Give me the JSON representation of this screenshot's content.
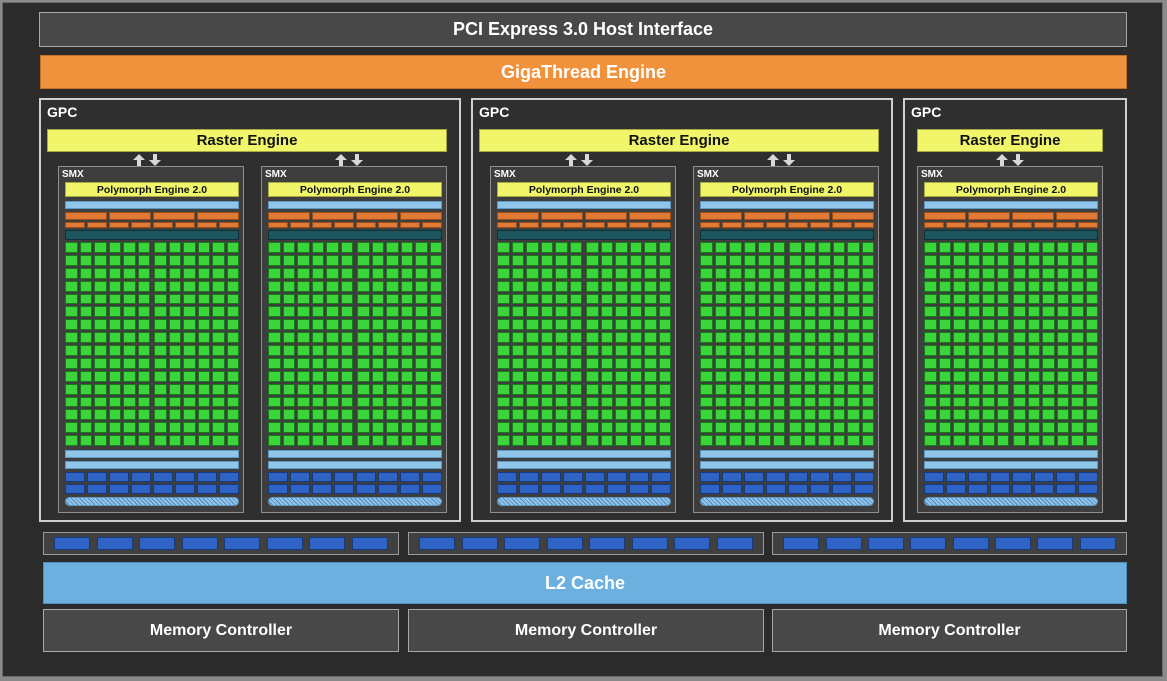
{
  "pcie": "PCI Express 3.0 Host Interface",
  "gigathread": "GigaThread Engine",
  "gpc_label": "GPC",
  "raster_label": "Raster Engine",
  "smx_label": "SMX",
  "polymorph_label": "Polymorph Engine 2.0",
  "l2_label": "L2 Cache",
  "memory_controller_label": "Memory Controller",
  "gpc_count": 3,
  "smx_per_gpc": [
    2,
    2,
    1
  ],
  "colors": {
    "gigathread": "#f0913c",
    "raster": "#f0f56a",
    "core": "#3bd43b",
    "l2": "#6bb0de",
    "ld_st": "#2f64c6"
  }
}
